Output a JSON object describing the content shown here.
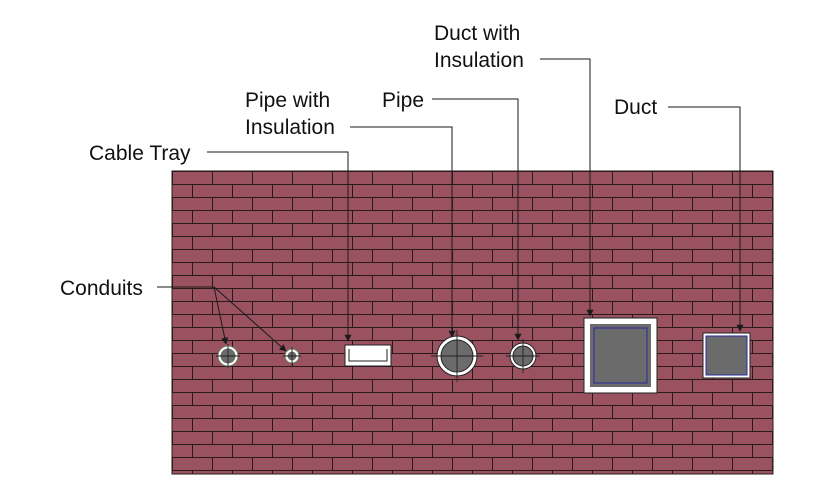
{
  "diagram": {
    "labels": {
      "cable_tray": "Cable Tray",
      "pipe_with_insulation_line1": "Pipe with",
      "pipe_with_insulation_line2": "Insulation",
      "pipe": "Pipe",
      "duct_with_insulation_line1": "Duct with",
      "duct_with_insulation_line2": "Insulation",
      "duct": "Duct",
      "conduits": "Conduits"
    },
    "colors": {
      "brick": "#9a5260",
      "mortar": "#2a1a1e",
      "penetration_fill": "#6b6b6b",
      "insulation": "#ffffff",
      "duct_inner_outline": "#2a2aa0",
      "leader_line": "#1a1a1a",
      "conduit_ring": "#d8efd2"
    }
  }
}
